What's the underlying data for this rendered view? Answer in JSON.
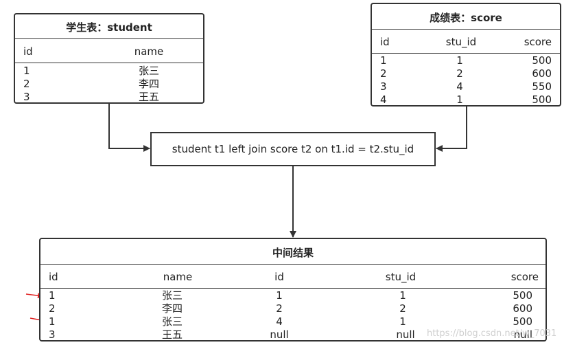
{
  "student": {
    "title": "学生表：student",
    "columns": [
      "id",
      "name"
    ],
    "rows": [
      [
        "1",
        "张三"
      ],
      [
        "2",
        "李四"
      ],
      [
        "3",
        "王五"
      ]
    ]
  },
  "score": {
    "title": "成绩表：score",
    "columns": [
      "id",
      "stu_id",
      "score"
    ],
    "rows": [
      [
        "1",
        "1",
        "500"
      ],
      [
        "2",
        "2",
        "600"
      ],
      [
        "3",
        "4",
        "550"
      ],
      [
        "4",
        "1",
        "500"
      ]
    ]
  },
  "join_query": "student t1 left join score t2 on t1.id = t2.stu_id",
  "result": {
    "title": "中间结果",
    "columns": [
      "id",
      "name",
      "id",
      "stu_id",
      "score"
    ],
    "rows": [
      [
        "1",
        "张三",
        "1",
        "1",
        "500"
      ],
      [
        "2",
        "李四",
        "2",
        "2",
        "600"
      ],
      [
        "1",
        "张三",
        "4",
        "1",
        "500"
      ],
      [
        "3",
        "王五",
        "null",
        "null",
        "null"
      ]
    ],
    "marked_rows": [
      0,
      2
    ],
    "marker_color": "#e02020"
  },
  "watermark": "https://blog.csdn.net/w_7031"
}
